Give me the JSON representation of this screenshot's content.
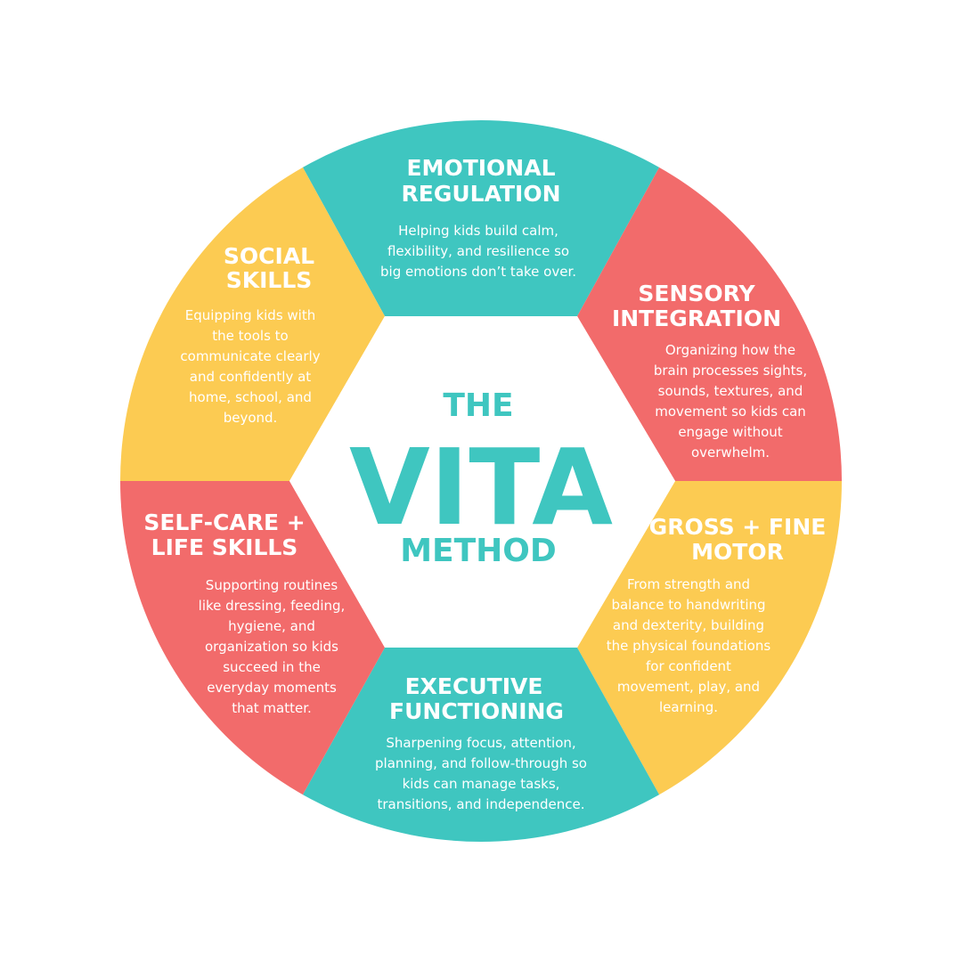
{
  "colors": {
    "teal": "#3fc6c0",
    "coral": "#f26b6b",
    "yellow": "#fccb52",
    "center_text": "#3fc6c0",
    "background": "#ffffff"
  },
  "center": {
    "line1": "THE",
    "line2": "VITA",
    "line3": "METHOD"
  },
  "segments": {
    "emotional": {
      "color": "teal",
      "title": [
        "EMOTIONAL",
        "REGULATION"
      ],
      "body": [
        "Helping kids build calm,",
        "flexibility, and resilience so",
        "big emotions don’t take over."
      ]
    },
    "sensory": {
      "color": "coral",
      "title": [
        "SENSORY",
        "INTEGRATION"
      ],
      "body": [
        "Organizing how the",
        "brain processes sights,",
        "sounds, textures, and",
        "movement so kids can",
        "engage without",
        "overwhelm."
      ]
    },
    "motor": {
      "color": "yellow",
      "title": [
        "GROSS + FINE",
        "MOTOR"
      ],
      "body": [
        "From strength and",
        "balance to handwriting",
        "and dexterity, building",
        "the physical foundations",
        "for confident",
        "movement, play, and",
        "learning."
      ]
    },
    "executive": {
      "color": "teal",
      "title": [
        "EXECUTIVE",
        "FUNCTIONING"
      ],
      "body": [
        "Sharpening focus, attention,",
        "planning, and follow-through so",
        "kids can manage tasks,",
        "transitions, and independence."
      ]
    },
    "selfcare": {
      "color": "coral",
      "title": [
        "SELF-CARE +",
        "LIFE SKILLS"
      ],
      "body": [
        "Supporting routines",
        "like dressing, feeding,",
        "hygiene, and",
        "organization so kids",
        "succeed in the",
        "everyday moments",
        "that matter."
      ]
    },
    "social": {
      "color": "yellow",
      "title": [
        "SOCIAL",
        "SKILLS"
      ],
      "body": [
        "Equipping kids with",
        "the tools to",
        "communicate clearly",
        "and confidently at",
        "home, school, and",
        "beyond."
      ]
    }
  }
}
